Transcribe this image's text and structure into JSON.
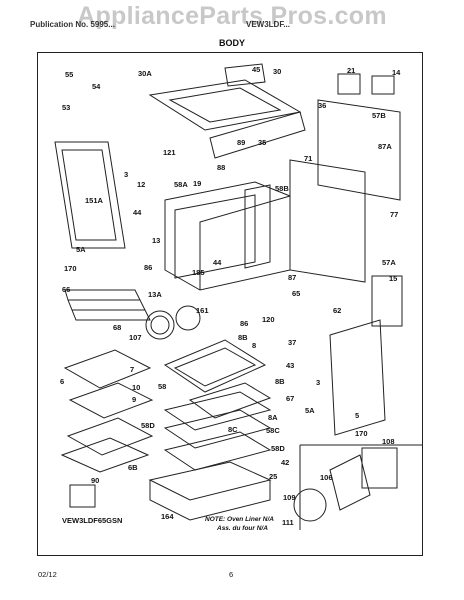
{
  "watermark": "ApplianceParts Pros.com",
  "header": {
    "left": "Publication No. 5995...",
    "right": "VEW3LDF..."
  },
  "section_title": "BODY",
  "model": "VEW3LDF65GSN",
  "note_line1": "NOTE: Oven Liner N/A",
  "note_line2": "Ass. du four N/A",
  "footer": {
    "date": "02/12",
    "page": "6"
  },
  "labels": {
    "l55": "55",
    "l54": "54",
    "l53": "53",
    "l30A": "30A",
    "l45": "45",
    "l30": "30",
    "l21": "21",
    "l14": "14",
    "l36": "36",
    "l57B": "57B",
    "l87A": "87A",
    "l71": "71",
    "l3a": "3",
    "l151A": "151A",
    "l121": "121",
    "l89": "89",
    "l35": "35",
    "l88": "88",
    "l58B": "58B",
    "l12": "12",
    "l58A": "58A",
    "l19": "19",
    "l44a": "44",
    "l44b": "44",
    "l77": "77",
    "l13": "13",
    "l5Aa": "5A",
    "l185": "185",
    "l170a": "170",
    "l86a": "86",
    "l57A": "57A",
    "l66": "66",
    "l13A": "13A",
    "l87": "87",
    "l15": "15",
    "l65": "65",
    "l62": "62",
    "l68": "68",
    "l161": "161",
    "l120": "120",
    "l86b": "86",
    "l107": "107",
    "l8Ba": "8B",
    "l37": "37",
    "l8a": "8",
    "l43": "43",
    "l7": "7",
    "l10": "10",
    "l6a": "6",
    "l58": "58",
    "l8Bb": "8B",
    "l3b": "3",
    "l9": "9",
    "l67": "67",
    "l5Ab": "5A",
    "l8A": "8A",
    "l5": "5",
    "l58D": "58D",
    "l8C": "8C",
    "l58C": "58C",
    "l58Db": "58D",
    "l42": "42",
    "l6B": "6B",
    "l170b": "170",
    "l108": "108",
    "l25": "25",
    "l90": "90",
    "l106": "106",
    "l109": "109",
    "l164": "164",
    "l111": "111"
  }
}
